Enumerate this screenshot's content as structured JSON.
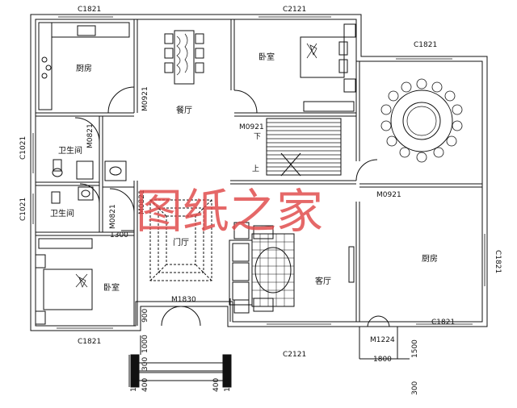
{
  "watermark": "图纸之家",
  "rooms": {
    "kitchen_nw": "厨房",
    "dining": "餐厅",
    "bedroom_n": "卧室",
    "bath_1": "卫生间",
    "bath_2": "卫生间",
    "bedroom_sw": "卧室",
    "foyer": "门厅",
    "living": "客厅",
    "kitchen_e": "厨房"
  },
  "windows": {
    "w_n1": "C1821",
    "w_n2": "C2121",
    "w_ne": "C1821",
    "w_w1": "C1021",
    "w_w2": "C1021",
    "w_e": "C1821",
    "w_s1": "C1821",
    "w_s2": "C2121",
    "w_se": "C1821"
  },
  "doors": {
    "d1": "M0921",
    "d2": "M0921",
    "d3": "M0821",
    "d4": "M0821",
    "d5": "M0821",
    "d6": "M0921",
    "d7": "M1830",
    "d8": "M1224"
  },
  "stair": {
    "down": "下",
    "up": "上"
  },
  "dims": {
    "d1300": "1300",
    "d900": "900",
    "d1000": "1000",
    "d300a": "300",
    "d100a": "100",
    "d400a": "400",
    "d100b": "100",
    "d400b": "400",
    "d1800": "1800",
    "d1500": "1500",
    "d300b": "300"
  }
}
